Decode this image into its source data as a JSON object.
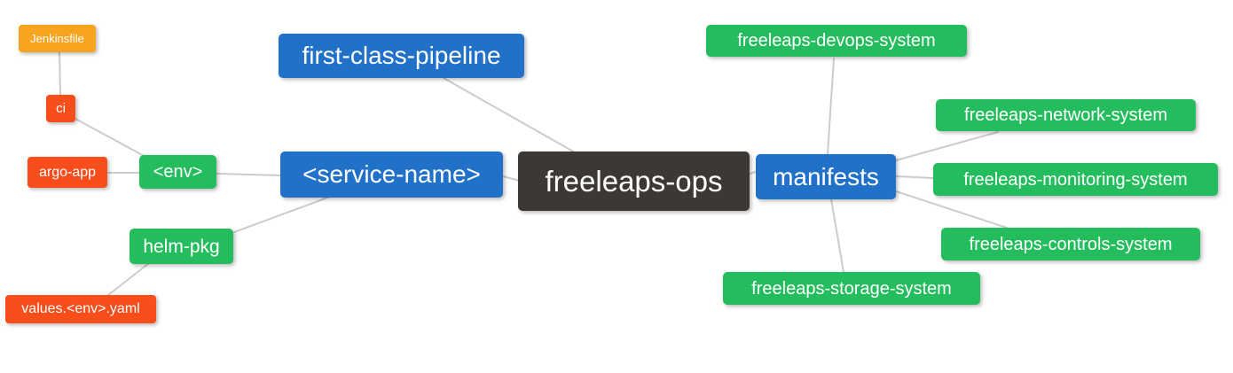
{
  "diagram": {
    "type": "mindmap",
    "background_color": "#ffffff",
    "edge_color": "#cccccc",
    "node_text_color": "#ffffff",
    "palette": {
      "orange": "#F8A41E",
      "red": "#F94D1C",
      "green": "#24BD5D",
      "blue": "#2171C9",
      "dark": "#3C3836"
    },
    "root": "freeleaps-ops",
    "nodes": [
      {
        "id": "jenkinsfile",
        "label": "Jenkinsfile",
        "color": "orange"
      },
      {
        "id": "ci",
        "label": "ci",
        "color": "red"
      },
      {
        "id": "argo-app",
        "label": "argo-app",
        "color": "red"
      },
      {
        "id": "env",
        "label": "<env>",
        "color": "green"
      },
      {
        "id": "helm-pkg",
        "label": "helm-pkg",
        "color": "green"
      },
      {
        "id": "values-env-yaml",
        "label": "values.<env>.yaml",
        "color": "red"
      },
      {
        "id": "first-class-pipeline",
        "label": "first-class-pipeline",
        "color": "blue"
      },
      {
        "id": "service-name",
        "label": "<service-name>",
        "color": "blue"
      },
      {
        "id": "freeleaps-ops",
        "label": "freeleaps-ops",
        "color": "dark"
      },
      {
        "id": "manifests",
        "label": "manifests",
        "color": "blue"
      },
      {
        "id": "devops-system",
        "label": "freeleaps-devops-system",
        "color": "green"
      },
      {
        "id": "network-system",
        "label": "freeleaps-network-system",
        "color": "green"
      },
      {
        "id": "monitoring-system",
        "label": "freeleaps-monitoring-system",
        "color": "green"
      },
      {
        "id": "controls-system",
        "label": "freeleaps-controls-system",
        "color": "green"
      },
      {
        "id": "storage-system",
        "label": "freeleaps-storage-system",
        "color": "green"
      }
    ],
    "edges": [
      {
        "from": "jenkinsfile",
        "to": "ci"
      },
      {
        "from": "ci",
        "to": "env"
      },
      {
        "from": "argo-app",
        "to": "env"
      },
      {
        "from": "env",
        "to": "service-name"
      },
      {
        "from": "helm-pkg",
        "to": "service-name"
      },
      {
        "from": "values-env-yaml",
        "to": "helm-pkg"
      },
      {
        "from": "first-class-pipeline",
        "to": "freeleaps-ops"
      },
      {
        "from": "service-name",
        "to": "freeleaps-ops"
      },
      {
        "from": "freeleaps-ops",
        "to": "manifests"
      },
      {
        "from": "manifests",
        "to": "devops-system"
      },
      {
        "from": "manifests",
        "to": "network-system"
      },
      {
        "from": "manifests",
        "to": "monitoring-system"
      },
      {
        "from": "manifests",
        "to": "controls-system"
      },
      {
        "from": "manifests",
        "to": "storage-system"
      }
    ]
  }
}
